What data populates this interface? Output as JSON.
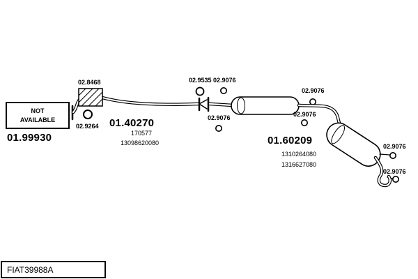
{
  "colors": {
    "ink": "#000000",
    "background": "#ffffff"
  },
  "footer": {
    "code": "FIAT39988A"
  },
  "na_box": {
    "line1": "NOT",
    "line2": "AVAILABLE"
  },
  "main_parts": [
    {
      "number": "01.99930",
      "refs": []
    },
    {
      "number": "01.40270",
      "refs": [
        "170577",
        "13098620080"
      ]
    },
    {
      "number": "01.60209",
      "refs": [
        "1310264080",
        "1316627080"
      ]
    }
  ],
  "component_labels": [
    {
      "number": "02.8468",
      "component": "flex-coupling"
    },
    {
      "number": "02.9264",
      "component": "clamp-ring"
    },
    {
      "number": "02.9535",
      "component": "gasket-ring"
    },
    {
      "number": "02.9076",
      "component": "mounting-ring-front"
    },
    {
      "number": "02.9076",
      "component": "mounting-ring-flange"
    },
    {
      "number": "02.9076",
      "component": "mounting-ring-mid-top"
    },
    {
      "number": "02.9076",
      "component": "mounting-ring-mid-bottom"
    },
    {
      "number": "02.9076",
      "component": "mounting-ring-rear-top"
    },
    {
      "number": "02.9076",
      "component": "mounting-ring-rear-bottom"
    }
  ]
}
